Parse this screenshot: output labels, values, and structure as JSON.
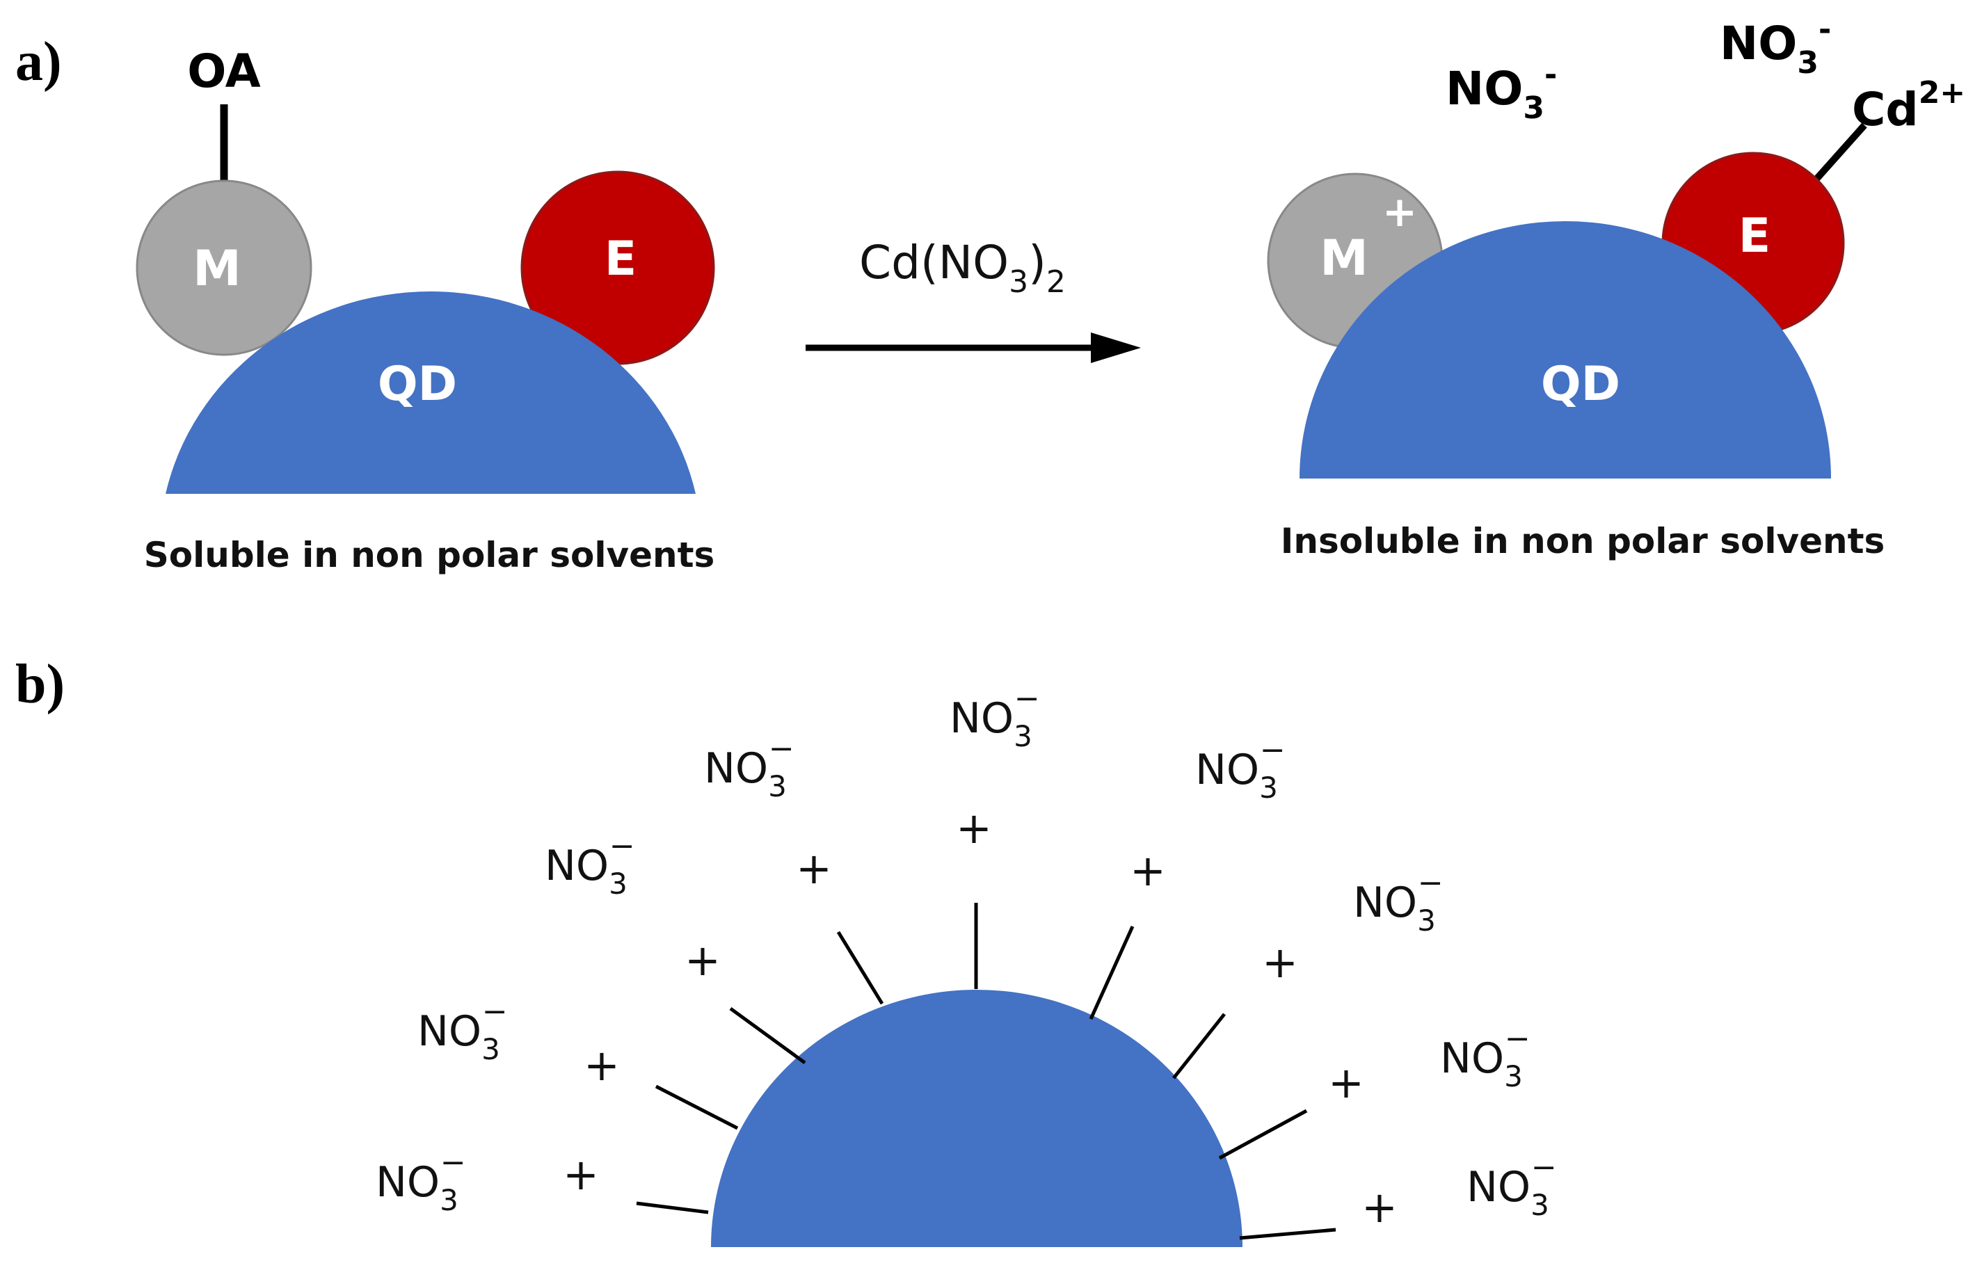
{
  "panel_a": {
    "label": "a)",
    "reactant": {
      "ligand": "OA",
      "metal_site": "M",
      "element_site": "E",
      "core": "QD",
      "caption": "Soluble in non polar solvents"
    },
    "reagent": {
      "main": "Cd(NO",
      "sub": "3",
      "close": ")",
      "sub2": "2"
    },
    "product": {
      "metal_site": "M",
      "metal_charge": "+",
      "element_site": "E",
      "core": "QD",
      "anion_left": {
        "main": "NO",
        "sub": "3",
        "sup": "-"
      },
      "anion_right": {
        "main": "NO",
        "sub": "3",
        "sup": "-"
      },
      "cation": {
        "main": "Cd",
        "sup": "2+"
      },
      "caption": "Insoluble in non polar solvents"
    }
  },
  "panel_b": {
    "label": "b)",
    "surface_charge": "+",
    "counter_ion": {
      "main": "NO",
      "sub": "3",
      "sup": "−"
    }
  },
  "colors": {
    "qd_blue": "#4472C4",
    "metal_gray": "#A6A6A6",
    "element_red": "#C00000"
  }
}
